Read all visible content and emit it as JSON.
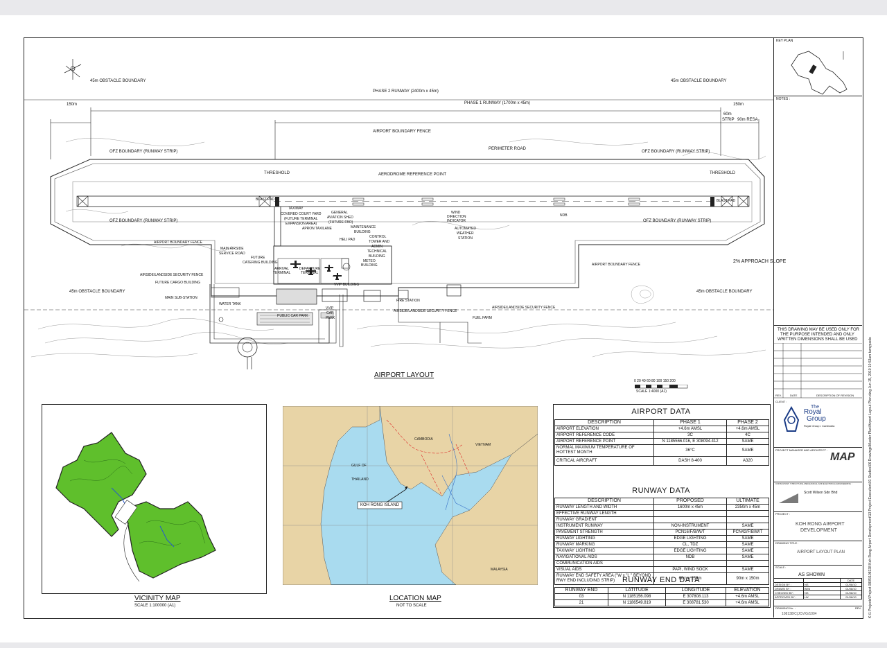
{
  "plan": {
    "labels": {
      "obstacle_top_left": "45m OBSTACLE BOUNDARY",
      "obstacle_top_right": "45m OBSTACLE BOUNDARY",
      "obstacle_bottom_left": "45m OBSTACLE BOUNDARY",
      "obstacle_bottom_right": "45m OBSTACLE BOUNDARY",
      "phase2_runway": "PHASE 2 RUNWAY (2400m x 45m)",
      "phase1_runway": "PHASE 1 RUNWAY (1700m x 45m)",
      "dim_150_left": "150m",
      "dim_150_right": "150m",
      "strip_60": "60m",
      "strip_word": "STRIP",
      "resa_90": "90m RESA",
      "airport_boundary_fence": "AIRPORT BOUNDARY FENCE",
      "perimeter_road": "PERIMETER ROAD",
      "ofz_tl": "OFZ BOUNDARY (RUNWAY STRIP)",
      "ofz_tr": "OFZ BOUNDARY (RUNWAY STRIP)",
      "ofz_bl": "OFZ BOUNDARY (RUNWAY STRIP)",
      "ofz_br": "OFZ BOUNDARY (RUNWAY STRIP)",
      "threshold_left": "THRESHOLD",
      "threshold_right": "THRESHOLD",
      "aerodrome_ref": "AERODROME REFERENCE POINT",
      "blast_pad_left": "BLAST PAD",
      "blast_pad_right": "BLAST PAD",
      "taxiway": "TAXIWAY",
      "covered_court": "COVERED COURT YARD",
      "future_terminal": "(FUTURE TERMINAL",
      "expansion_area": "EXPANSION AREA)",
      "apron_taxilane": "APRON TAXILANE",
      "general_aviation_1": "GENERAL",
      "general_aviation_2": "AVIATION SHED",
      "general_aviation_3": "(FUTURE FBO)",
      "maintenance_1": "MAINTENANCE",
      "maintenance_2": "BUILDING",
      "heli_pad": "HELI PAD",
      "control_tower_1": "CONTROL",
      "control_tower_2": "TOWER AND",
      "control_tower_3": "ADMIN",
      "control_tower_4": "TECHNICAL",
      "control_tower_5": "BUILDING",
      "meteo_1": "METEO",
      "meteo_2": "BUILDING",
      "wind_1": "WIND",
      "wind_2": "DIRECTION",
      "wind_3": "INDICATOR",
      "awos_1": "AUTOMATED",
      "awos_2": "WEATHER",
      "awos_3": "STATION",
      "ndb": "NDB",
      "airport_boundary_fence_left": "AIRPORT BOUNDARY FENCE",
      "airport_boundary_fence_right": "AIRPORT BOUNDARY FENCE",
      "main_airside_1": "MAIN AIRSIDE",
      "main_airside_2": "SERVICE ROAD",
      "future_catering_1": "FUTURE",
      "future_catering_2": "CATERING BUILDING",
      "approach_slope": "2% APPROACH SLOPE",
      "airside_fence_left": "AIRSIDE/LANDSIDE SECURITY FENCE",
      "future_cargo": "FUTURE CARGO BUILDING",
      "arrival_terminal_1": "ARRIVAL",
      "arrival_terminal_2": "TERMINAL",
      "departure_terminal_1": "DEPARTURE",
      "departure_terminal_2": "TERMINAL",
      "vvip_building": "VVIP BUILDING",
      "main_substation": "MAIN SUB-STATION",
      "water_tank": "WATER TANK",
      "public_car_park": "PUBLIC CAR PARK",
      "vvip_car_park_1": "VVIP",
      "vvip_car_park_2": "CAR",
      "vvip_car_park_3": "PARK",
      "fire_station": "FIRE STATION",
      "airside_fence_mid": "AIRSIDE/LANDSIDE SECURITY FENCE",
      "airside_fence_right": "AIRSIDE/LANDSIDE SECURITY FENCE",
      "fuel_farm": "FUEL FARM",
      "airport_layout": "AIRPORT LAYOUT",
      "scale_nums": "0  20 40 60 80 100      150      200",
      "scale_text": "SCALE 1:4000 (A1)"
    }
  },
  "vicinity": {
    "title": "VICINITY MAP",
    "scale": "SCALE 1:100000 (A1)"
  },
  "location": {
    "title": "LOCATION MAP",
    "scale": "NOT TO SCALE",
    "cambodia": "CAMBODIA",
    "vietnam": "VIETNAM",
    "thailand": "THAILAND",
    "gulf": "GULF OF",
    "malaysia": "MALAYSIA",
    "callout": "KOH RONG ISLAND"
  },
  "airport_data": {
    "title": "AIRPORT DATA",
    "headers": [
      "DESCRIPTION",
      "PHASE 1",
      "PHASE 2"
    ],
    "rows": [
      [
        "AIRPORT ELEVATION",
        "+4.6m AMSL",
        "+4.6m AMSL"
      ],
      [
        "AIRPORT REFERENCE CODE",
        "3C",
        "4C"
      ],
      [
        "AIRPORT REFERENCE POINT",
        "N 1185566.016, E 308094.412",
        "SAME"
      ],
      [
        "NORMAL MAXIMUM TEMPERATURE OF HOTTEST MONTH",
        "36°C",
        "SAME"
      ],
      [
        "CRITICAL AIRCRAFT",
        "DASH 8-400",
        "A320"
      ]
    ]
  },
  "runway_data": {
    "title": "RUNWAY DATA",
    "headers": [
      "DESCRIPTION",
      "PROPOSED",
      "ULTIMATE"
    ],
    "rows": [
      [
        "RUNWAY LENGTH AND WIDTH",
        "1600m x 45m",
        "2350m x 45m"
      ],
      [
        "EFFECTIVE RUNWAY LENGTH",
        "",
        ""
      ],
      [
        "RUNWAY GRADIENT",
        "",
        ""
      ],
      [
        "INSTRUMENT RUNWAY",
        "NON-INSTRUMENT",
        "SAME"
      ],
      [
        "PAVEMENT STRENGTH",
        "PCN16/F/B/W/T",
        "PCN42/F/B/W/T"
      ],
      [
        "RUNWAY LIGHTING",
        "EDGE LIGHTING",
        "SAME"
      ],
      [
        "RUNWAY MARKING",
        "CL, TDZ",
        "SAME"
      ],
      [
        "TAXIWAY LIGHTING",
        "EDGE LIGHTING",
        "SAME"
      ],
      [
        "NAVIGATIONAL AIDS",
        "NDB",
        "SAME"
      ],
      [
        "COMMUNICATION AIDS",
        "",
        ""
      ],
      [
        "VISUAL AIDS",
        "PAPI, WIND SOCK",
        "SAME"
      ],
      [
        "RUNWAY END SAFETY AREA (\"W x \"L \" BEYOND RWY END INCLUDING STRIP)",
        "60m x 150m",
        "90m x 150m"
      ]
    ]
  },
  "runway_end_data": {
    "title": "RUNWAY END DATA",
    "headers": [
      "RUNWAY END",
      "LATITUDE",
      "LONGITUDE",
      "ELEVATION"
    ],
    "rows": [
      [
        "03",
        "N 1185156.098",
        "E 307808.113",
        "+4.6m AMSL"
      ],
      [
        "21",
        "N 1186549.819",
        "E 308781.530",
        "+4.6m AMSL"
      ]
    ]
  },
  "titleblock": {
    "key_plan": "KEY PLAN",
    "notes": "NOTES :",
    "disclaimer_1": "THIS DRAWING MAY BE USED ONLY FOR",
    "disclaimer_2": "THE PURPOSE INTENDED AND ONLY",
    "disclaimer_3": "WRITTEN DIMENSIONS SHALL BE USED",
    "rev_headers": [
      "REV.",
      "DATE",
      "DESCRIPTION OF REVISION"
    ],
    "client_label": "CLIENT :",
    "client_name_1": "The",
    "client_name_2": "Royal",
    "client_name_3": "Group",
    "client_addr": "Royal Group • Cambodia",
    "pm_label": "PROJECT MANAGER AND ARCHITECT :",
    "pm_logo": "MAP",
    "consultant_label": "CONSULTANT, STRUCTURE, MECHANICAL AND ELECTRICAL ENGINEERING :",
    "consultant_name": "Scott Wilson Sdn Bhd",
    "project_label": "PROJECT :",
    "project_1": "KOH RONG AIRPORT",
    "project_2": "DEVELOPMENT",
    "drawing_title_label": "DRAWING TITLE :",
    "drawing_title": "AIRPORT LAYOUT PLAN",
    "scale_label": "SCALE :",
    "scale_value": "AS SHOWN",
    "date_header": "DATE",
    "sign_rows": [
      [
        "DESIGN BY :",
        "NS",
        "01/08/10"
      ],
      [
        "DRAWN BY :",
        "BEN",
        "01/08/10"
      ],
      [
        "CHECKED BY :",
        "NS",
        "01/08/10"
      ],
      [
        "APPROVED BY :",
        "LW",
        "01/08/10"
      ]
    ],
    "drawing_no_label": "DRAWING No. :",
    "rev_label": "REV.",
    "drawing_no": "108138/C(JCV/G/1004",
    "side_path": "K:\\1 Projects\\Project 0805\\108138 Koh Rong Airport Development\\13 Project Execution\\01 Studies\\06 Drawings\\Master Plan\\Airport Layout Plan.dwg   Jun 15, 2010  10:53am   tamypaolo"
  }
}
